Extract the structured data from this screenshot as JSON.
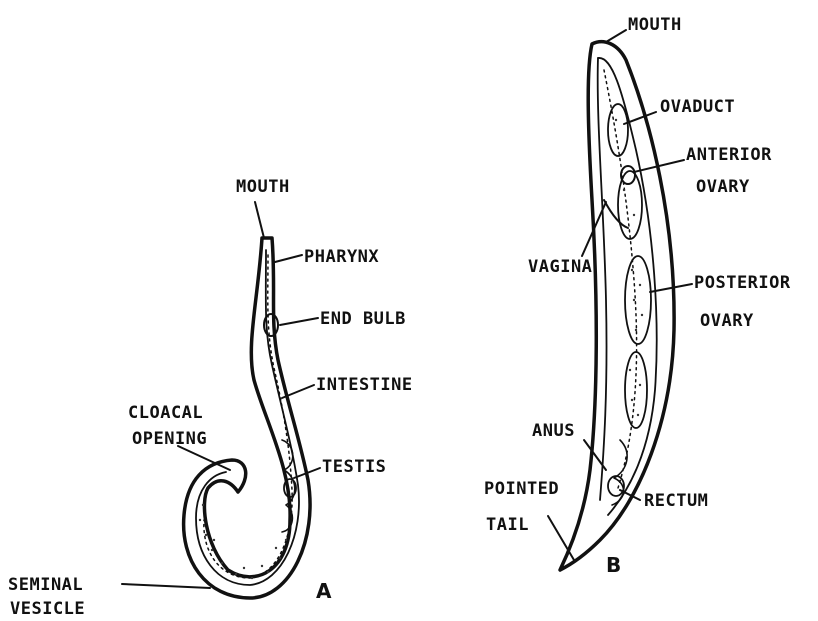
{
  "figure_a": {
    "letter": "A",
    "labels": {
      "mouth": "MOUTH",
      "pharynx": "PHARYNX",
      "end_bulb": "END BULB",
      "intestine": "INTESTINE",
      "cloacal_1": "CLOACAL",
      "cloacal_2": "OPENING",
      "testis": "TESTIS",
      "seminal_1": "SEMINAL",
      "seminal_2": "VESICLE"
    }
  },
  "figure_b": {
    "letter": "B",
    "labels": {
      "mouth": "MOUTH",
      "oviduct": "OVADUCT",
      "anterior_1": "ANTERIOR",
      "anterior_2": "OVARY",
      "vagina": "VAGINA",
      "posterior_1": "POSTERIOR",
      "posterior_2": "OVARY",
      "anus": "ANUS",
      "rectum": "RECTUM",
      "tail_1": "POINTED",
      "tail_2": "TAIL"
    }
  },
  "colors": {
    "ink": "#111111",
    "background": "#ffffff"
  }
}
